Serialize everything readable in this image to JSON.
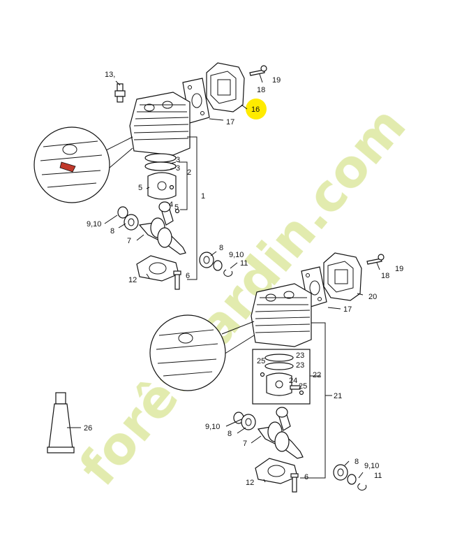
{
  "watermark": {
    "text_colored": "forêt",
    "text_main": "jardin.com",
    "color_green": "#dde8a0",
    "color_orange": "#f5c48a",
    "color_grey": "#c9c3b8"
  },
  "highlight": {
    "part": "16",
    "color": "#ffeb00"
  },
  "labels": {
    "l13": "13,",
    "l19a": "19",
    "l18a": "18",
    "l16": "16",
    "l17a": "17",
    "l3a": "3",
    "l3b": "3",
    "l2": "2",
    "l5a": "5",
    "l4": "4",
    "l5b": "5",
    "l1": "1",
    "l910a": "9,10",
    "l8a": "8",
    "l7a": "7",
    "l8b": "8",
    "l910b": "9,10",
    "l11a": "11",
    "l12a": "12",
    "l6a": "6",
    "l19b": "19",
    "l18b": "18",
    "l20": "20",
    "l17b": "17",
    "l23a": "23",
    "l25a": "25",
    "l23b": "23",
    "l22": "22",
    "l24": "24",
    "l25b": "25",
    "l21": "21",
    "l26": "26",
    "l910c": "9,10",
    "l8c": "8",
    "l7b": "7",
    "l8d": "8",
    "l910d": "9,10",
    "l11b": "11",
    "l12b": "12",
    "l6b": "6"
  }
}
